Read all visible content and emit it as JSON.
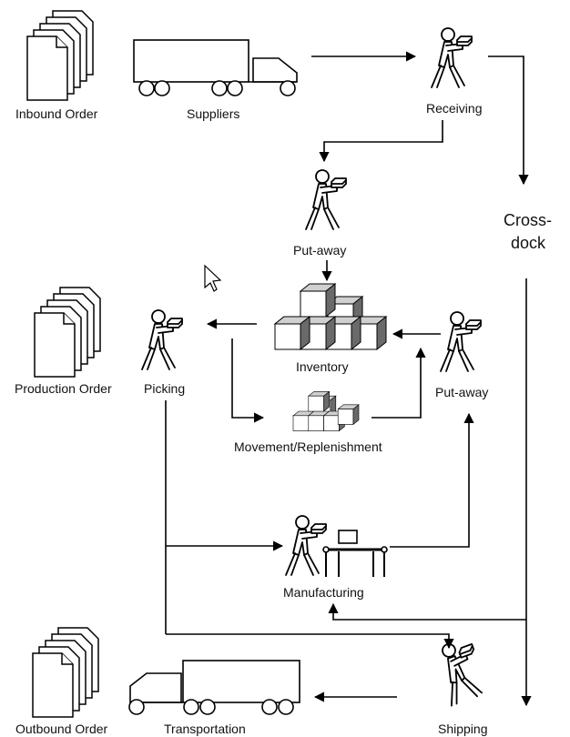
{
  "labels": {
    "inbound_order": "Inbound Order",
    "suppliers": "Suppliers",
    "receiving": "Receiving",
    "put_away_top": "Put-away",
    "cross": "Cross-",
    "dock": "dock",
    "production_order": "Production Order",
    "picking": "Picking",
    "inventory": "Inventory",
    "put_away_right": "Put-away",
    "movement": "Movement/Replenishment",
    "manufacturing": "Manufacturing",
    "outbound_order": "Outbound Order",
    "transportation": "Transportation",
    "shipping": "Shipping"
  },
  "icons": {
    "documents": "document-stack-icon",
    "truck": "truck-icon",
    "worker": "worker-carrying-box-icon",
    "inventory": "stacked-boxes-icon",
    "cursor": "mouse-pointer-icon"
  }
}
